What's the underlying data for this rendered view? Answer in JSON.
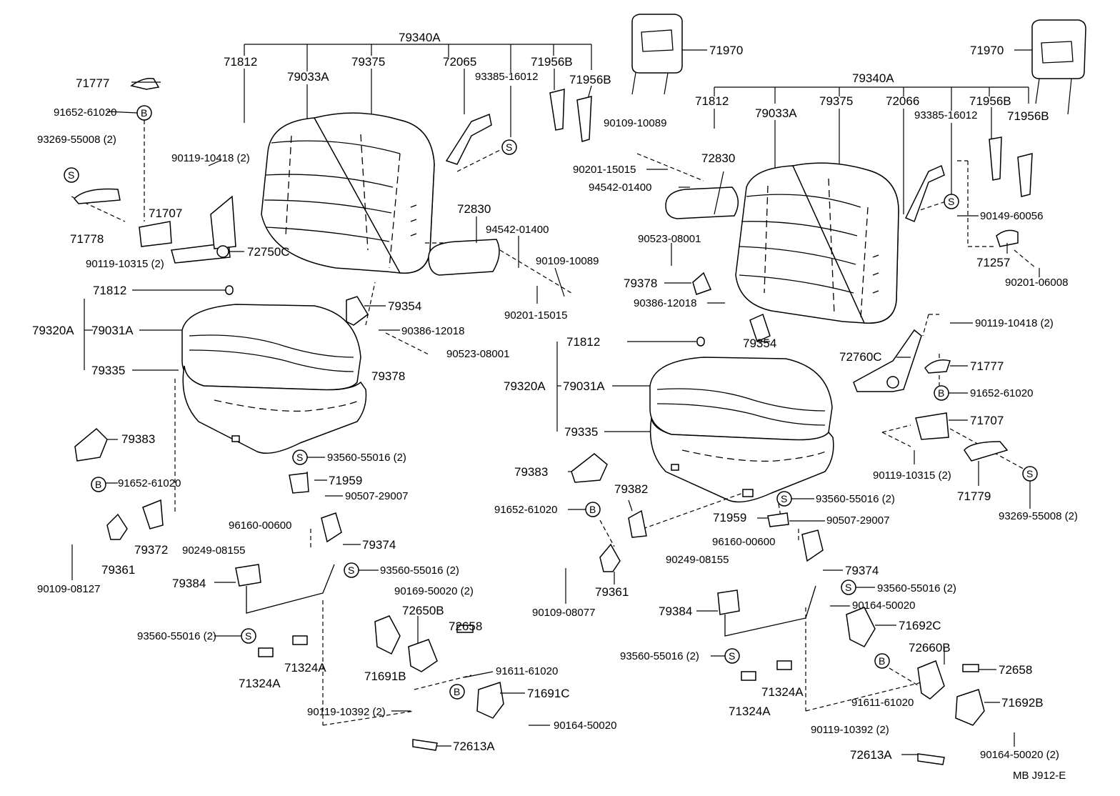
{
  "footer": {
    "code": "MB   J912-E"
  },
  "symbols": {
    "s": "S",
    "b": "B"
  },
  "left": {
    "p79340A": "79340A",
    "p71812_top": "71812",
    "p79033A": "79033A",
    "p79375": "79375",
    "p72065": "72065",
    "p71956B_a": "71956B",
    "p71956B_b": "71956B",
    "p93385": "93385-16012",
    "p71777": "71777",
    "p91652_top": "91652-61020",
    "p93269": "93269-55008 (2)",
    "p90119_10418": "90119-10418 (2)",
    "p71707": "71707",
    "p71778": "71778",
    "p90119_10315": "90119-10315 (2)",
    "p72750C": "72750C",
    "p72830": "72830",
    "p94542": "94542-01400",
    "p90109_10089": "90109-10089",
    "p90201_15015": "90201-15015",
    "p71812_mid": "71812",
    "p79320A": "79320A",
    "p79031A": "79031A",
    "p79335": "79335",
    "p79354": "79354",
    "p90386": "90386-12018",
    "p90523": "90523-08001",
    "p79378": "79378",
    "p79383": "79383",
    "p91652_bot": "91652-61020",
    "p93560_a": "93560-55016 (2)",
    "p71959": "71959",
    "p90507": "90507-29007",
    "p96160": "96160-00600",
    "p90249": "90249-08155",
    "p79374": "79374",
    "p93560_b": "93560-55016 (2)",
    "p79384": "79384",
    "p79361": "79361",
    "p79372": "79372",
    "p90109_08127": "90109-08127",
    "p90169": "90169-50020 (2)",
    "p72650B": "72650B",
    "p72658": "72658",
    "p93560_c": "93560-55016 (2)",
    "p71324A_a": "71324A",
    "p71324A_b": "71324A",
    "p71691B": "71691B",
    "p91611": "91611-61020",
    "p71691C": "71691C",
    "p90119_10392": "90119-10392 (2)",
    "p90164": "90164-50020",
    "p72613A": "72613A"
  },
  "right": {
    "p71970_a": "71970",
    "p71970_b": "71970",
    "p79340A": "79340A",
    "p71812_top": "71812",
    "p79033A": "79033A",
    "p79375": "79375",
    "p72066": "72066",
    "p71956B_a": "71956B",
    "p71956B_b": "71956B",
    "p93385": "93385-16012",
    "p90109_10089": "90109-10089",
    "p90201_15015": "90201-15015",
    "p72830": "72830",
    "p94542": "94542-01400",
    "p90149": "90149-60056",
    "p71257": "71257",
    "p90201_06008": "90201-06008",
    "p90523": "90523-08001",
    "p79378": "79378",
    "p90386": "90386-12018",
    "p79354": "79354",
    "p90119_10418": "90119-10418 (2)",
    "p72760C": "72760C",
    "p71777": "71777",
    "p91652_a": "91652-61020",
    "p71707": "71707",
    "p71812_mid": "71812",
    "p79320A": "79320A",
    "p79031A": "79031A",
    "p79335": "79335",
    "p90119_10315": "90119-10315 (2)",
    "p71779": "71779",
    "p93269": "93269-55008 (2)",
    "p79383": "79383",
    "p79382": "79382",
    "p91652_b": "91652-61020",
    "p93560_a": "93560-55016 (2)",
    "p71959": "71959",
    "p90507": "90507-29007",
    "p96160": "96160-00600",
    "p90249": "90249-08155",
    "p79374": "79374",
    "p93560_b": "93560-55016 (2)",
    "p79361": "79361",
    "p90109_08077": "90109-08077",
    "p79384": "79384",
    "p90164_a": "90164-50020",
    "p71692C": "71692C",
    "p93560_c": "93560-55016 (2)",
    "p72660B": "72660B",
    "p72658": "72658",
    "p71324A_a": "71324A",
    "p71324A_b": "71324A",
    "p91611": "91611-61020",
    "p71692B": "71692B",
    "p90119_10392": "90119-10392 (2)",
    "p72613A": "72613A",
    "p90164_b": "90164-50020 (2)"
  }
}
